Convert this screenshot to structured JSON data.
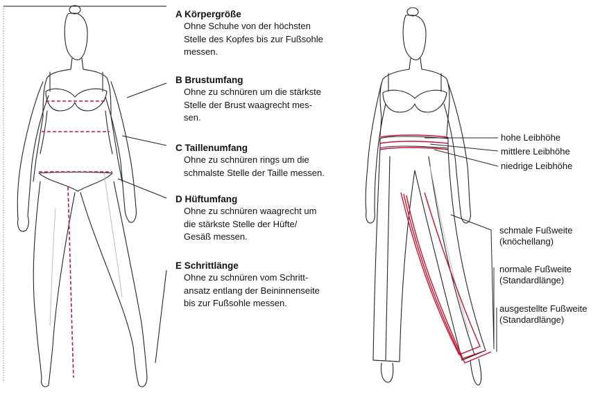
{
  "measurements": [
    {
      "title": "A Körpergröße",
      "lines": [
        "Ohne Schuhe von der höchsten",
        "Stelle des Kopfes bis zur Fußsohle",
        "messen."
      ]
    },
    {
      "title": "B Brustumfang",
      "lines": [
        "Ohne zu schnüren um die stärkste",
        "Stelle der Brust waagrecht mes-",
        "sen."
      ]
    },
    {
      "title": "C Taillenumfang",
      "lines": [
        "Ohne zu schnüren rings um die",
        "schmalste Stelle der Taille messen."
      ]
    },
    {
      "title": "D Hüftumfang",
      "lines": [
        "Ohne zu schnüren waagrecht um",
        "die stärkste Stelle der Hüfte/",
        "Gesäß messen."
      ]
    },
    {
      "title": "E Schrittlänge",
      "lines": [
        "Ohne zu schnüren vom Schritt-",
        "ansatz entlang der Beininnenseite",
        "bis zur Fußsohle messen."
      ]
    }
  ],
  "rise_labels": [
    "hohe Leibhöhe",
    "mittlere Leibhöhe",
    "niedrige Leibhöhe"
  ],
  "hem_labels": [
    {
      "lines": [
        "schmale Fußweite",
        "(knöchellang)"
      ]
    },
    {
      "lines": [
        "normale Fußweite",
        "(Standardlänge)"
      ]
    },
    {
      "lines": [
        "ausgestellte Fußweite",
        "(Standardlänge)"
      ]
    }
  ],
  "colors": {
    "measure_red": "#c8102e",
    "line": "#222222",
    "shade": "#bbbbbb"
  }
}
